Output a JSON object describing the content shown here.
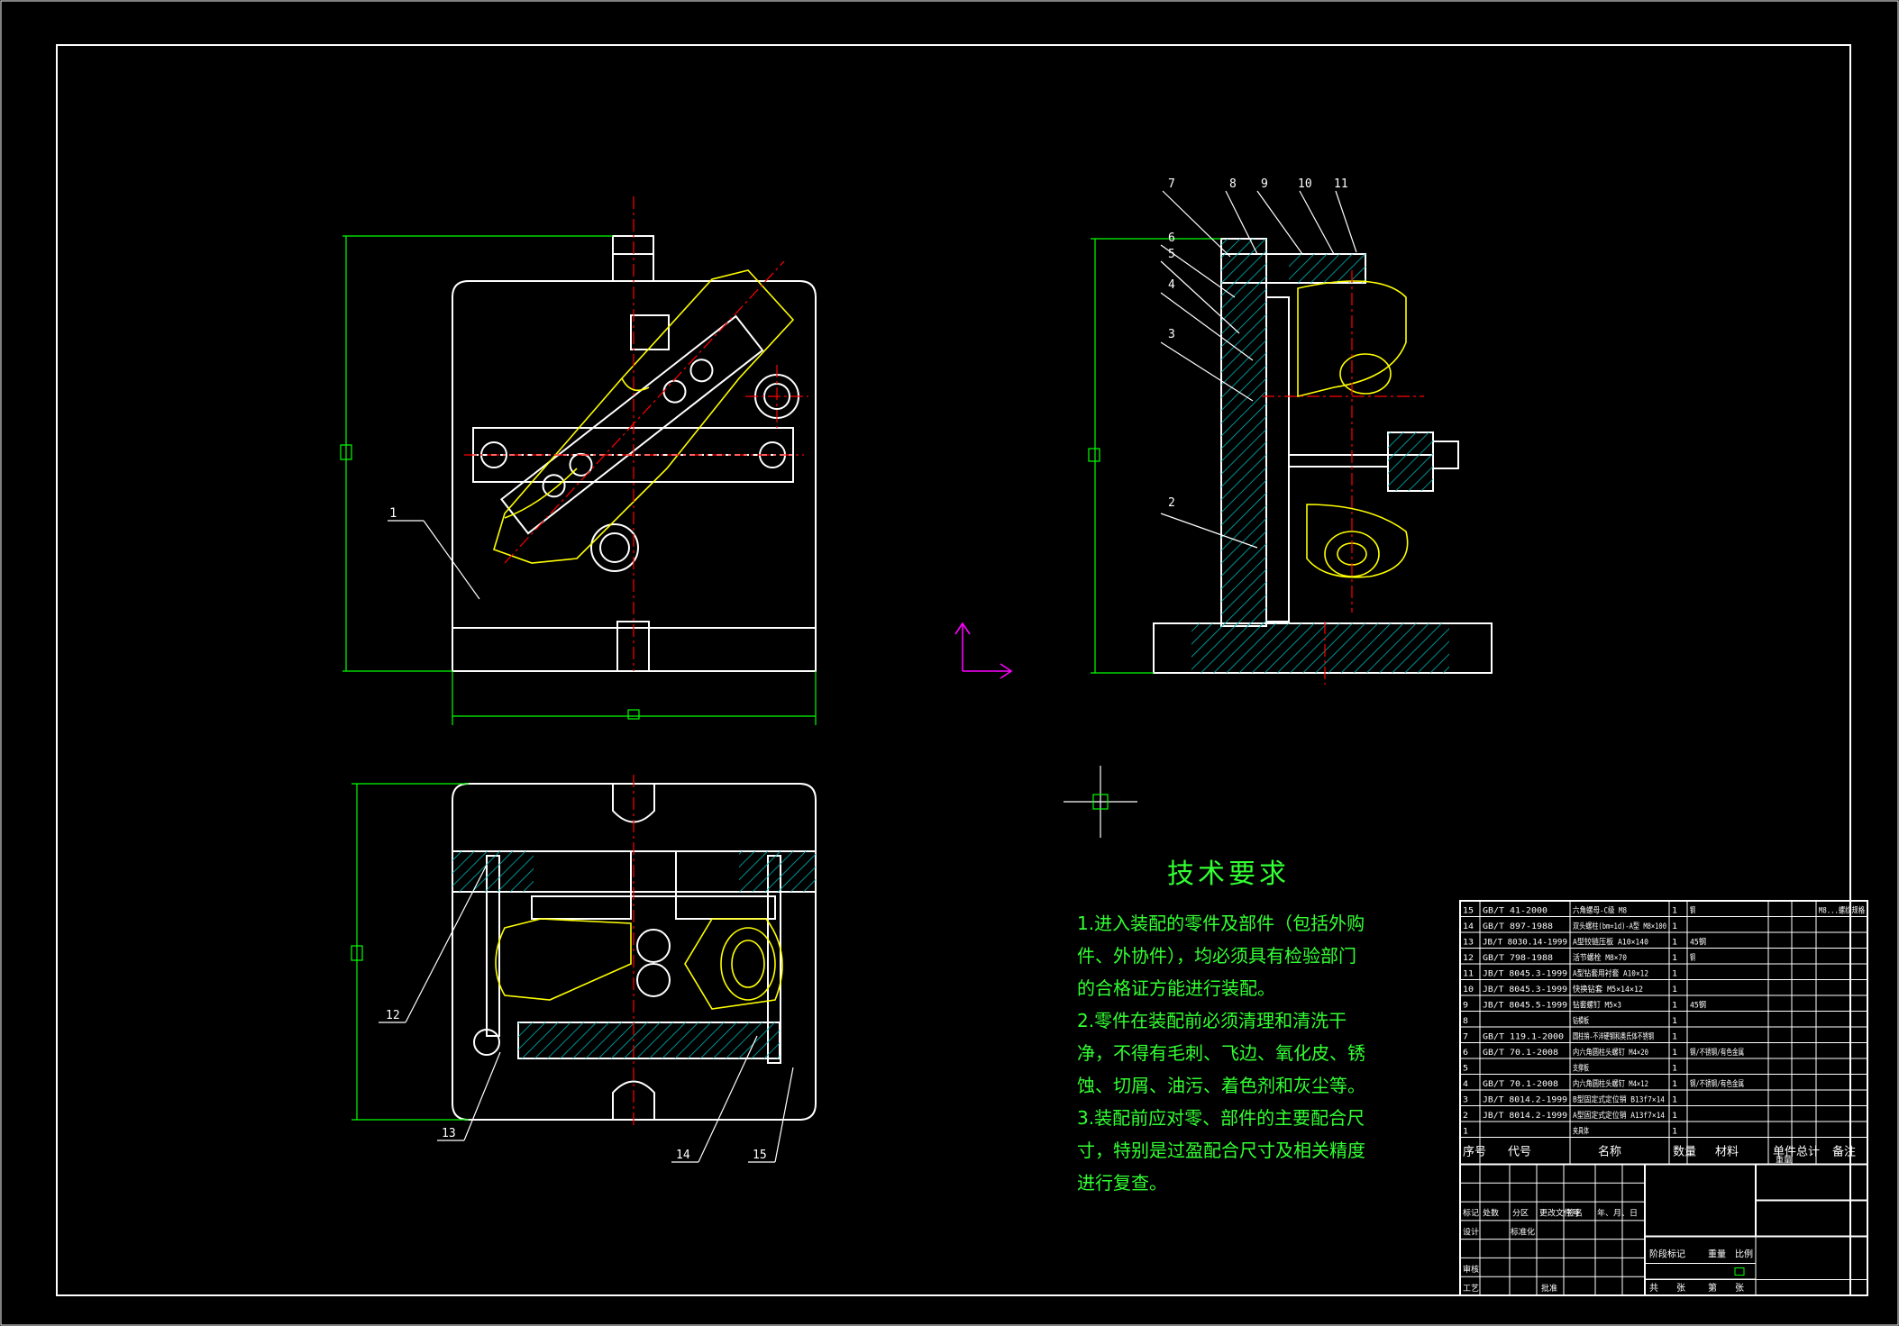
{
  "technical_requirements": {
    "title": "技术要求",
    "items": [
      "1.进入装配的零件及部件（包括外购件、外协件），均必须具有检验部门的合格证方能进行装配。",
      "2.零件在装配前必须清理和清洗干净，不得有毛刺、飞边、氧化皮、锈蚀、切屑、油污、着色剂和灰尘等。",
      "3.装配前应对零、部件的主要配合尺寸，特别是过盈配合尺寸及相关精度进行复查。"
    ]
  },
  "balloons": [
    "1",
    "2",
    "3",
    "4",
    "5",
    "6",
    "7",
    "8",
    "9",
    "10",
    "11",
    "12",
    "13",
    "14",
    "15"
  ],
  "bom": {
    "rows": [
      {
        "no": "15",
        "code": "GB/T 41-2000",
        "name": "六角螺母-C级 M8",
        "qty": "1",
        "material": "钢",
        "remark": "M8...螺纹规格"
      },
      {
        "no": "14",
        "code": "GB/T 897-1988",
        "name": "双头螺柱(bm=1d)-A型 M8×100",
        "qty": "1",
        "material": "",
        "remark": ""
      },
      {
        "no": "13",
        "code": "JB/T 8030.14-1999",
        "name": "A型铰链压板 A10×140",
        "qty": "1",
        "material": "45钢",
        "remark": ""
      },
      {
        "no": "12",
        "code": "GB/T 798-1988",
        "name": "活节螺栓 M8×70",
        "qty": "1",
        "material": "钢",
        "remark": ""
      },
      {
        "no": "11",
        "code": "JB/T 8045.3-1999",
        "name": "A型钻套用衬套 A10×12",
        "qty": "1",
        "material": "",
        "remark": ""
      },
      {
        "no": "10",
        "code": "JB/T 8045.3-1999",
        "name": "快换钻套 M5×14×12",
        "qty": "1",
        "material": "",
        "remark": ""
      },
      {
        "no": "9",
        "code": "JB/T 8045.5-1999",
        "name": "钻套螺钉 M5×3",
        "qty": "1",
        "material": "45钢",
        "remark": ""
      },
      {
        "no": "8",
        "code": "",
        "name": "钻模板",
        "qty": "1",
        "material": "",
        "remark": ""
      },
      {
        "no": "7",
        "code": "GB/T 119.1-2000",
        "name": "圆柱销-不淬硬钢和奥氏体不锈钢",
        "qty": "1",
        "material": "",
        "remark": ""
      },
      {
        "no": "6",
        "code": "GB/T 70.1-2008",
        "name": "内六角圆柱头螺钉 M4×20",
        "qty": "1",
        "material": "钢/不锈钢/有色金属",
        "remark": ""
      },
      {
        "no": "5",
        "code": "",
        "name": "支撑板",
        "qty": "1",
        "material": "",
        "remark": ""
      },
      {
        "no": "4",
        "code": "GB/T 70.1-2008",
        "name": "内六角圆柱头螺钉 M4×12",
        "qty": "1",
        "material": "钢/不锈钢/有色金属",
        "remark": ""
      },
      {
        "no": "3",
        "code": "JB/T 8014.2-1999",
        "name": "B型固定式定位销 B13f7×14",
        "qty": "1",
        "material": "",
        "remark": ""
      },
      {
        "no": "2",
        "code": "JB/T 8014.2-1999",
        "name": "A型固定式定位销 A13f7×14",
        "qty": "1",
        "material": "",
        "remark": ""
      },
      {
        "no": "1",
        "code": "",
        "name": "夹具体",
        "qty": "1",
        "material": "",
        "remark": ""
      }
    ],
    "header": {
      "no": "序号",
      "code": "代号",
      "name": "名称",
      "qty": "数量",
      "material": "材料",
      "unit": "单件",
      "total": "总计",
      "weight": "重量",
      "remark": "备注"
    }
  },
  "title_block": {
    "labels": [
      "标记",
      "处数",
      "分区",
      "更改文件号",
      "签名",
      "年、月、日",
      "设计",
      "标准化",
      "审核",
      "工艺",
      "批准",
      "阶段标记",
      "重量",
      "比例",
      "共",
      "张",
      "第",
      "张"
    ]
  },
  "colors": {
    "background": "#000000",
    "outline": "#ffffff",
    "dimension": "#00ff00",
    "centerline": "#ff0000",
    "workpiece": "#ffff00",
    "hatch": "#00b3b3",
    "ucs": "#ff00ff"
  }
}
